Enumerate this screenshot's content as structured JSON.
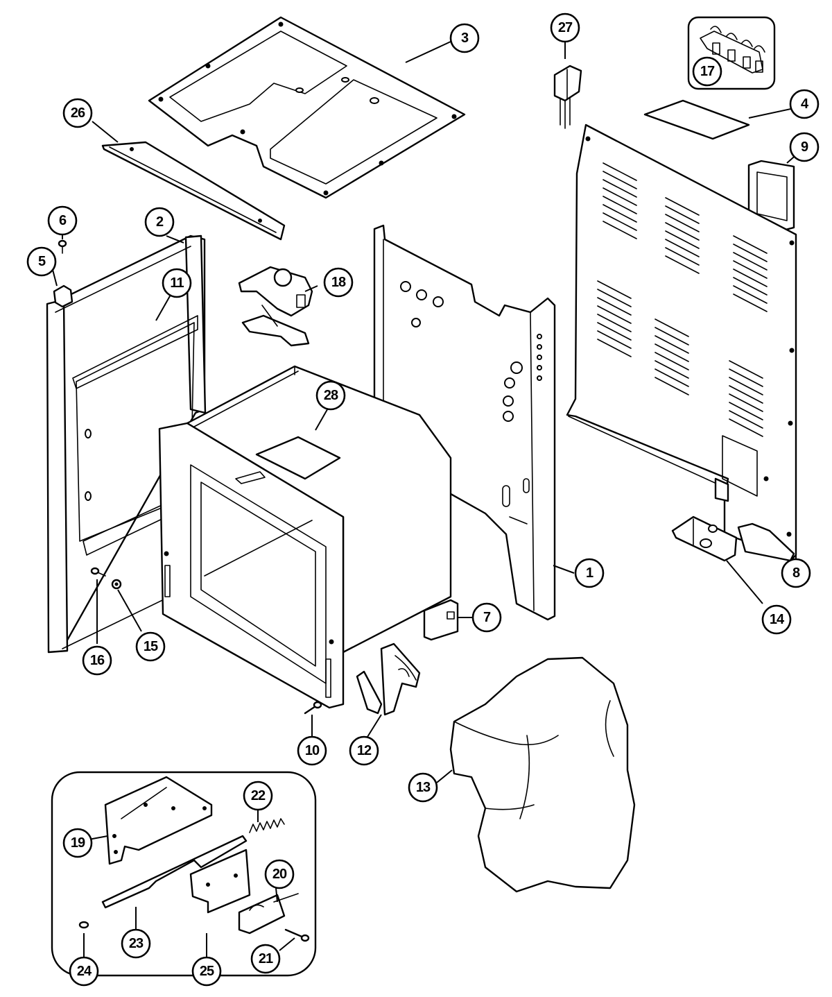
{
  "callouts": [
    {
      "id": "1",
      "label": "1"
    },
    {
      "id": "2",
      "label": "2"
    },
    {
      "id": "3",
      "label": "3"
    },
    {
      "id": "4",
      "label": "4"
    },
    {
      "id": "5",
      "label": "5"
    },
    {
      "id": "6",
      "label": "6"
    },
    {
      "id": "7",
      "label": "7"
    },
    {
      "id": "8",
      "label": "8"
    },
    {
      "id": "9",
      "label": "9"
    },
    {
      "id": "10",
      "label": "10"
    },
    {
      "id": "11",
      "label": "11"
    },
    {
      "id": "12",
      "label": "12"
    },
    {
      "id": "13",
      "label": "13"
    },
    {
      "id": "14",
      "label": "14"
    },
    {
      "id": "15",
      "label": "15"
    },
    {
      "id": "16",
      "label": "16"
    },
    {
      "id": "17",
      "label": "17"
    },
    {
      "id": "18",
      "label": "18"
    },
    {
      "id": "19",
      "label": "19"
    },
    {
      "id": "20",
      "label": "20"
    },
    {
      "id": "21",
      "label": "21"
    },
    {
      "id": "22",
      "label": "22"
    },
    {
      "id": "23",
      "label": "23"
    },
    {
      "id": "24",
      "label": "24"
    },
    {
      "id": "25",
      "label": "25"
    },
    {
      "id": "26",
      "label": "26"
    },
    {
      "id": "27",
      "label": "27"
    },
    {
      "id": "28",
      "label": "28"
    }
  ],
  "colors": {
    "line": "#000000",
    "background": "#ffffff"
  }
}
